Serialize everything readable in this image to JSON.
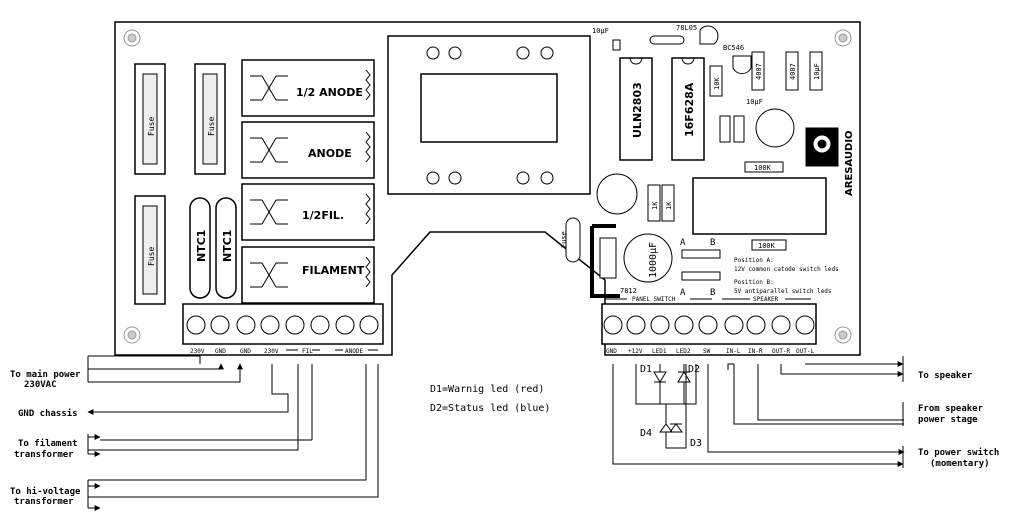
{
  "board": {
    "relays": [
      "1/2 ANODE",
      "ANODE",
      "1/2FIL.",
      "FILAMENT"
    ],
    "fuse_label": "Fuse",
    "ntc_label": "NTC1",
    "left_terminals": [
      "230V",
      "GND",
      "GND",
      "230V",
      "FIL",
      "ANODE"
    ],
    "right_group_panel": "PANEL SWITCH",
    "right_group_speaker": "SPEAKER",
    "right_terminals": [
      "GND",
      "+12V",
      "LED1",
      "LED2",
      "SW",
      "IN-L",
      "IN-R",
      "OUT-R",
      "OUT-L"
    ],
    "components": {
      "cap_10uf": "10µF",
      "reg_78l05": "78L05",
      "bc546": "BC546",
      "uln2803": "ULN2803",
      "pic": "16F628A",
      "res_10k": "10K",
      "res_1k": "1K",
      "diode_4007": "4007",
      "res_100k": "100K",
      "cap_1000uf": "1000µF",
      "reg_7812": "7812",
      "brand": "ARESAUDIO",
      "jumper_a": "A",
      "jumper_b": "B",
      "pos_a_1": "Position A:",
      "pos_a_2": "12V common catode switch leds",
      "pos_b_1": "Position B:",
      "pos_b_2": "5V antiparallel switch leds"
    }
  },
  "external": {
    "left_labels": [
      [
        "To main power",
        "230VAC"
      ],
      [
        "GND chassis"
      ],
      [
        "To filament",
        "transformer"
      ],
      [
        "To hi-voltage",
        "transformer"
      ]
    ],
    "right_labels": [
      [
        "To speaker"
      ],
      [
        "From speaker",
        "power stage"
      ],
      [
        "To power switch",
        "(momentary)"
      ]
    ],
    "legend": [
      "D1=Warnig led (red)",
      "D2=Status led (blue)"
    ],
    "diodes": [
      "D1",
      "D2",
      "D3",
      "D4"
    ]
  }
}
